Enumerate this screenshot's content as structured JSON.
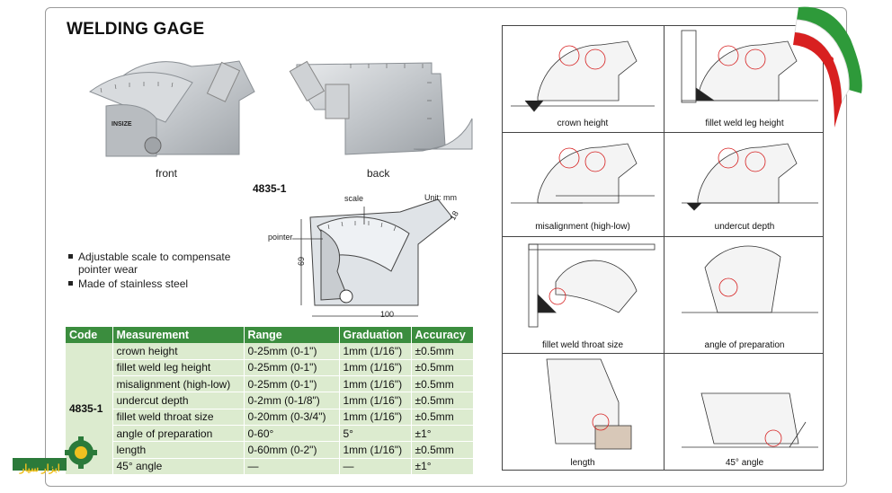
{
  "title": "WELDING GAGE",
  "captions": {
    "front": "front",
    "back": "back",
    "model": "4835-1"
  },
  "drawing": {
    "scale_label": "scale",
    "pointer_label": "pointer",
    "unit": "Unit: mm",
    "dim_height": "69",
    "dim_width": "100",
    "dim_side": "18"
  },
  "features": [
    "Adjustable scale to compensate",
    "pointer wear",
    "Made of stainless steel"
  ],
  "table": {
    "headers": [
      "Code",
      "Measurement",
      "Range",
      "Graduation",
      "Accuracy"
    ],
    "code": "4835-1",
    "rows": [
      [
        "crown height",
        "0-25mm (0-1\")",
        "1mm (1/16\")",
        "±0.5mm"
      ],
      [
        "fillet weld leg height",
        "0-25mm (0-1\")",
        "1mm (1/16\")",
        "±0.5mm"
      ],
      [
        "misalignment (high-low)",
        "0-25mm (0-1\")",
        "1mm (1/16\")",
        "±0.5mm"
      ],
      [
        "undercut depth",
        "0-2mm (0-1/8\")",
        "1mm (1/16\")",
        "±0.5mm"
      ],
      [
        "fillet weld throat size",
        "0-20mm (0-3/4\")",
        "1mm (1/16\")",
        "±0.5mm"
      ],
      [
        "angle of preparation",
        "0-60°",
        "5°",
        "±1°"
      ],
      [
        "length",
        "0-60mm (0-2\")",
        "1mm (1/16\")",
        "±0.5mm"
      ],
      [
        "45° angle",
        "—",
        "—",
        "±1°"
      ]
    ]
  },
  "diagrams": [
    "crown height",
    "fillet weld leg height",
    "misalignment (high-low)",
    "undercut depth",
    "fillet weld throat size",
    "angle of preparation",
    "length",
    "45° angle"
  ],
  "logo": {
    "text": "ابزار سیار"
  },
  "colors": {
    "table_header": "#3b8d3e",
    "table_cell": "#dcebcf",
    "highlight_red": "#d62020",
    "flag_green": "#2e9a3a",
    "flag_red": "#d82020"
  }
}
